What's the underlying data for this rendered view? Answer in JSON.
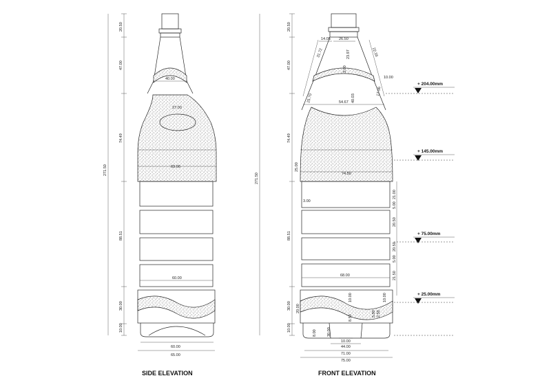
{
  "side": {
    "title": "SIDE ELEVATION",
    "heights": [
      "20.50",
      "47.00",
      "74.49",
      "88.51",
      "30.00",
      "10.00"
    ],
    "total": "271.50",
    "neck_width": "40.00",
    "handle_width": "27.00",
    "shoulder_width": "63.00",
    "body_width": "60.00",
    "base_inner": "60.00",
    "base_outer": "65.00"
  },
  "front": {
    "title": "FRONT ELEVATION",
    "heights": [
      "20.50",
      "47.00",
      "74.49",
      "88.51",
      "30.00",
      "10.00"
    ],
    "total": "271.50",
    "neck_dims": [
      "14.05",
      "26.50",
      "23.97",
      "31.72",
      "22.16",
      "25.70",
      "3.00",
      "40.03",
      "17.96",
      "54.67"
    ],
    "shoulder_width": "74.50",
    "shoulder_height": "25.00",
    "right_dims": [
      "21.00",
      "5.00",
      "20.50",
      "20.50",
      "5.00",
      "21.50"
    ],
    "small_dims": [
      "3.00",
      "8.00",
      "10.00",
      "8.50",
      "5.00",
      "2.50",
      "10.00",
      "10.00"
    ],
    "lower_dims": [
      "20.00",
      "30.00"
    ],
    "body_width": "68.00",
    "base_dims": [
      "10.00",
      "44.00",
      "71.00",
      "75.00"
    ]
  },
  "levels": [
    "+ 204.00mm",
    "+ 145.00mm",
    "+ 75.00mm",
    "+ 25.00mm"
  ]
}
